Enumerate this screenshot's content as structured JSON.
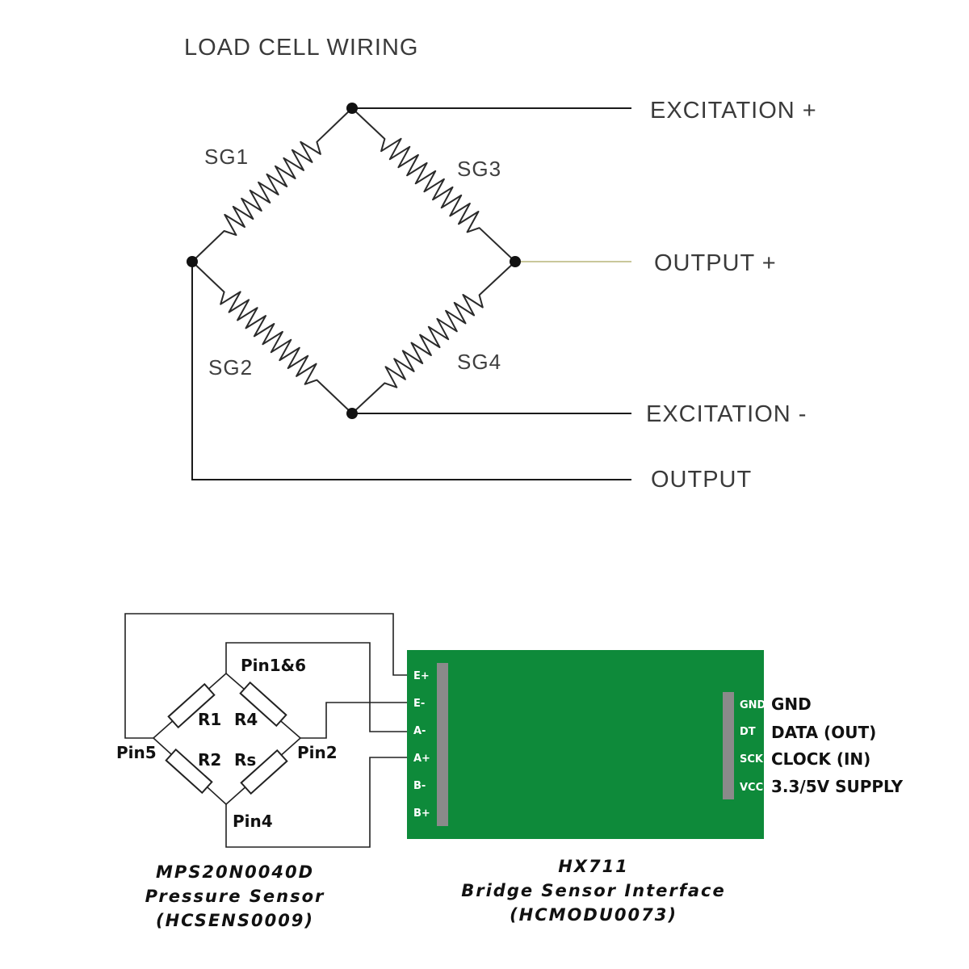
{
  "top": {
    "title": "LOAD CELL WIRING",
    "gauges": [
      "SG1",
      "SG3",
      "SG2",
      "SG4"
    ],
    "outputs": {
      "exc_plus": "EXCITATION +",
      "out_plus": "OUTPUT +",
      "exc_minus": "EXCITATION -",
      "out_minus": "OUTPUT"
    }
  },
  "bottom": {
    "bridge": {
      "pin_top": "Pin1&6",
      "pin_left": "Pin5",
      "pin_right": "Pin2",
      "pin_bottom": "Pin4",
      "r1": "R1",
      "r4": "R4",
      "r2": "R2",
      "rs": "Rs"
    },
    "hx711_left_pins": [
      "E+",
      "E-",
      "A-",
      "A+",
      "B-",
      "B+"
    ],
    "hx711_right_pins": [
      "GND",
      "DT",
      "SCK",
      "VCC"
    ],
    "right_labels": [
      "GND",
      "DATA (OUT)",
      "CLOCK (IN)",
      "3.3/5V SUPPLY"
    ],
    "sensor_caption": [
      "MPS20N0040D",
      "Pressure Sensor",
      "(HCSENS0009)"
    ],
    "hx_caption": [
      "HX711",
      "Bridge Sensor Interface",
      "(HCMODU0073)"
    ]
  },
  "colors": {
    "board": "#0e8a3a",
    "header": "#8a8a8a",
    "ink": "#1a1a1a"
  }
}
